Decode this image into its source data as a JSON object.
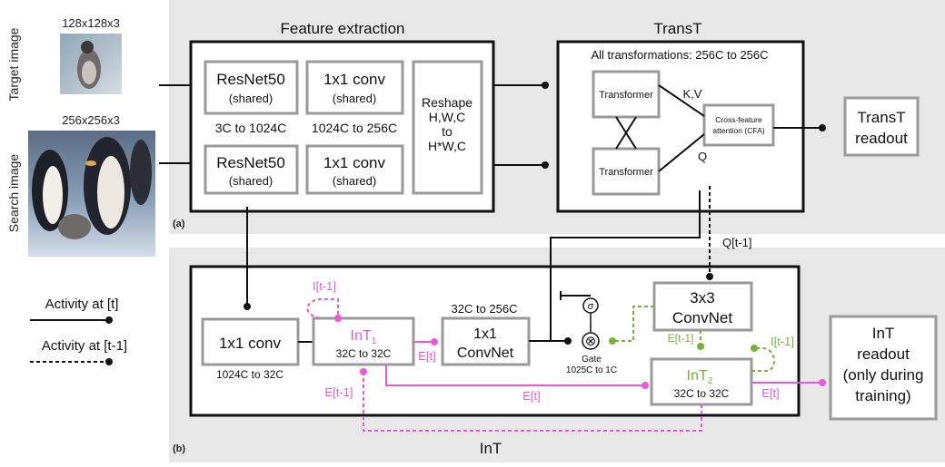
{
  "colors": {
    "panel_bg": "#e8e8e8",
    "box_border": "#9a9a9a",
    "int_color": "#e858d8",
    "green": "#74b23a",
    "line": "#111111"
  },
  "inputs": {
    "target_size": "128x128x3",
    "target_label": "Target image",
    "search_size": "256x256x3",
    "search_label": "Search image"
  },
  "panel_a": {
    "label": "(a)",
    "feature_title": "Feature extraction",
    "resnet_top": "ResNet50",
    "resnet_top_sub": "(shared)",
    "conv_top": "1x1 conv",
    "conv_top_sub": "(shared)",
    "resnet_caption": "3C to 1024C",
    "conv_caption": "1024C to 256C",
    "resnet_bottom": "ResNet50",
    "resnet_bottom_sub": "(shared)",
    "conv_bottom": "1x1 conv",
    "conv_bottom_sub": "(shared)",
    "reshape_lines": [
      "Reshape",
      "H,W,C",
      "to",
      "H*W,C"
    ],
    "transt_title": "TransT",
    "transt_caption": "All transformations: 256C to 256C",
    "transformer_top": "Transformer",
    "transformer_bottom": "Transformer",
    "kv_label": "K,V",
    "q_label": "Q",
    "cfa_line1": "Cross-feature",
    "cfa_line2": "attention (CFA)",
    "readout_line1": "TransT",
    "readout_line2": "readout"
  },
  "legend": {
    "activity_t": "Activity at [t]",
    "activity_t1": "Activity at [t-1]"
  },
  "panel_b": {
    "label": "(b)",
    "title": "InT",
    "q_prev": "Q[t-1]",
    "conv1": "1x1 conv",
    "conv1_caption": "1024C to 32C",
    "int1_name": "InT",
    "int1_sub": "1",
    "int1_caption": "32C to 32C",
    "i_prev_1": "I[t-1]",
    "e_t_1": "E[t]",
    "e_prev_1": "E[t-1]",
    "convnet_caption": "32C to 256C",
    "convnet_line1": "1x1",
    "convnet_line2": "ConvNet",
    "sigma": "σ",
    "times": "⊗",
    "gate_line1": "Gate",
    "gate_line2": "1025C to 1C",
    "conv33_line1": "3x3",
    "conv33_line2": "ConvNet",
    "e_prev_2": "E[t-1]",
    "i_prev_2": "I[t-1]",
    "int2_name": "InT",
    "int2_sub": "2",
    "int2_caption": "32C to 32C",
    "e_t_mid": "E[t]",
    "e_t_2": "E[t]",
    "readout_lines": [
      "InT",
      "readout",
      "(only during",
      "training)"
    ]
  }
}
